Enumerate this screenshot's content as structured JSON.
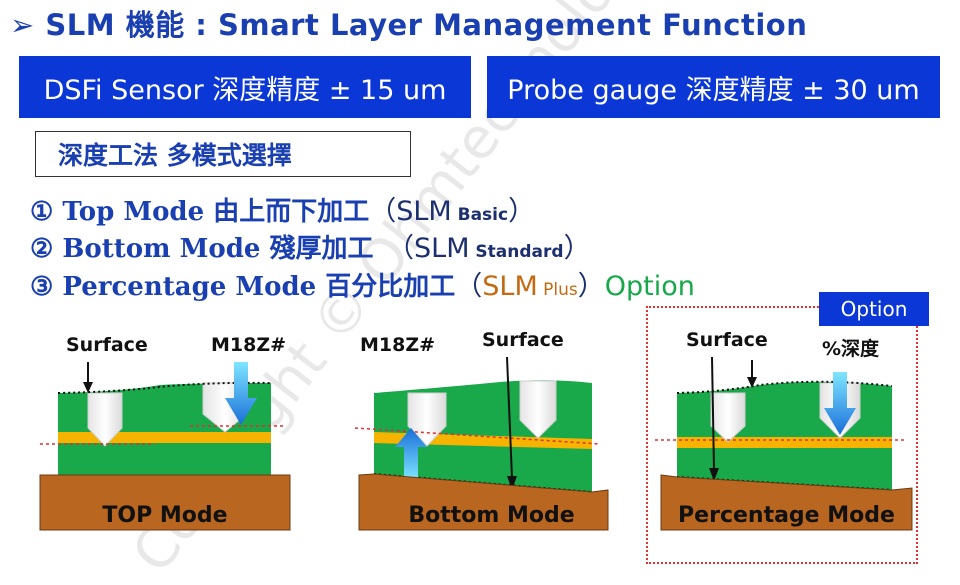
{
  "title": "➢ SLM 機能 : Smart  Layer  Management   Function",
  "accuracy": {
    "dsfi": "DSFi  Sensor 深度精度 ± 15 um",
    "probe": "Probe gauge 深度精度 ± 30 um"
  },
  "subtitle": "深度工法 多模式選擇",
  "modes": [
    {
      "num": "①",
      "name": "Top Mode 由上而下加工",
      "open": "（",
      "slm": "SLM",
      "tier": " Basic",
      "close": "）",
      "extra": ""
    },
    {
      "num": "②",
      "name": "Bottom Mode 殘厚加工",
      "open": "　（",
      "slm": "SLM",
      "tier": " Standard",
      "close": "）",
      "extra": ""
    },
    {
      "num": "③",
      "name": "Percentage Mode 百分比加工",
      "open": "（",
      "slm": "SLM",
      "tier": " Plus",
      "close": "）",
      "extra": "Option"
    }
  ],
  "option_tag": "Option",
  "diagrams": {
    "top": {
      "surface": "Surface",
      "tool": "M18Z#",
      "base": "TOP  Mode"
    },
    "bottom": {
      "tool": "M18Z#",
      "surface": "Surface",
      "base": "Bottom  Mode"
    },
    "percentage": {
      "surface": "Surface",
      "depth": "%深度",
      "base": "Percentage  Mode"
    }
  },
  "watermark": "Copyright © Ohmtechnology Co.",
  "colors": {
    "accent_blue": "#0a37d6",
    "board_green": "#19a84a",
    "copper_layer": "#f6b400",
    "base_brown": "#b86620",
    "slm_plus_orange": "#c46a11",
    "option_green": "#16a84a"
  }
}
